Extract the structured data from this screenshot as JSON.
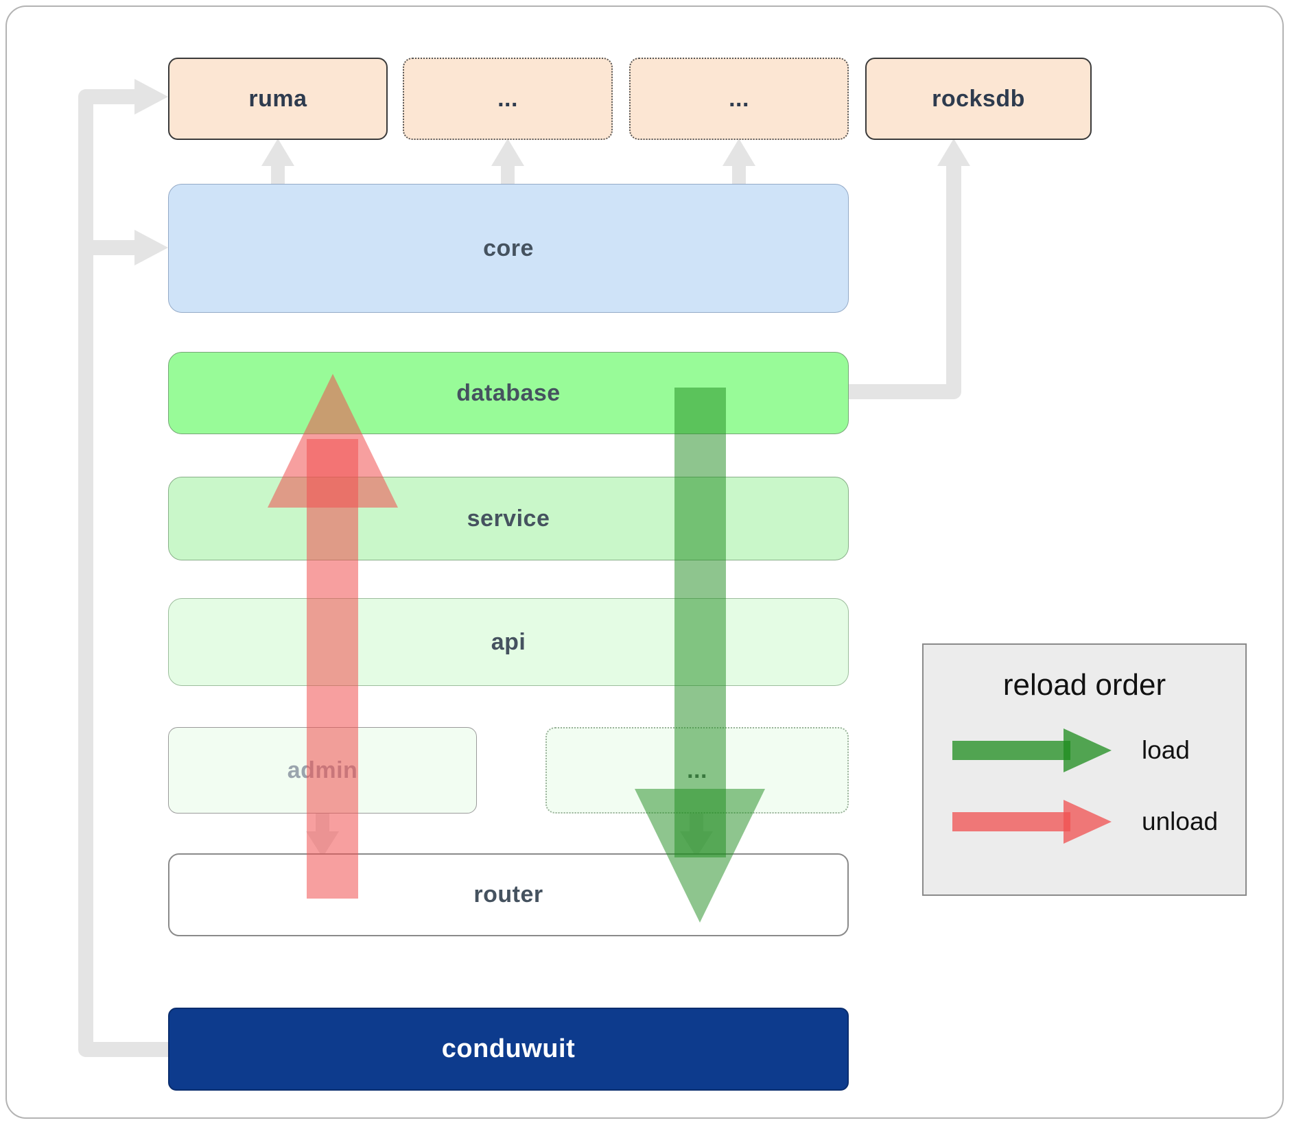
{
  "boxes": {
    "ruma": "ruma",
    "ellipsis_top_1": "...",
    "ellipsis_top_2": "...",
    "rocksdb": "rocksdb",
    "core": "core",
    "database": "database",
    "service": "service",
    "api": "api",
    "admin": "admin",
    "ellipsis_mid": "...",
    "router": "router",
    "conduwuit": "conduwuit"
  },
  "legend": {
    "title": "reload order",
    "load": "load",
    "unload": "unload"
  },
  "colors": {
    "connector_gray": "#e4e4e4",
    "load_arrow_green": "#1e8c1e",
    "unload_arrow_red": "#f05050",
    "dependency_peach": "#fce6d3",
    "core_blue": "#cfe3f8",
    "database_green": "#98fb98",
    "service_green": "#c9f7c9",
    "api_green": "#e4fce4",
    "admin_green": "#f2fdf2",
    "conduwuit_navy": "#0d3b8d"
  }
}
